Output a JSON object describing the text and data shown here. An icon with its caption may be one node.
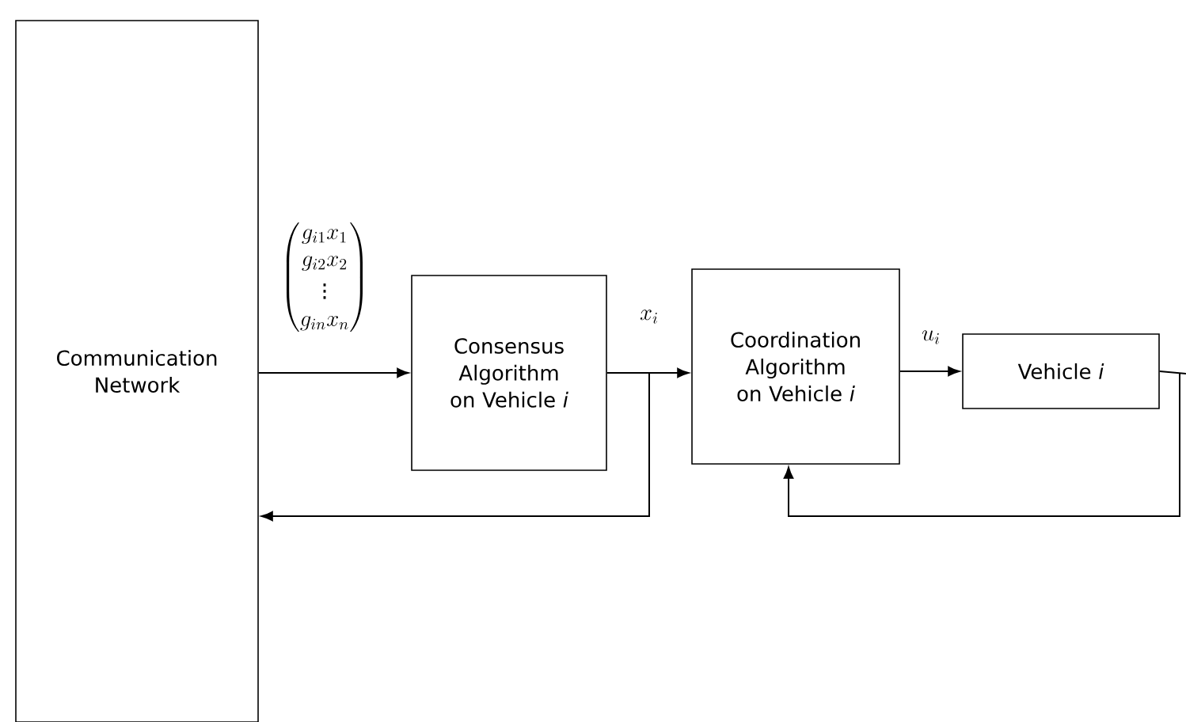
{
  "diagram": {
    "nodes": [
      {
        "text": [
          "Communication Network"
        ]
      },
      {
        "text": [
          "Consensus Algorithm on Vehicle *i*"
        ]
      },
      {
        "text": [
          "Coordination Algorithm on Vehicle *i*"
        ]
      },
      {
        "text": [
          "Vehicle *i*"
        ]
      }
    ],
    "edges": [
      {
        "from": 0,
        "to": 1,
        "arrow": "to",
        "label": "\\begin{pmatrix}g_{i1}x_1\\\\ g_{i2}x_2\\\\ \\vdots\\\\ g_{in}x_n\\end{pmatrix}"
      },
      {
        "from": 1,
        "to": 2,
        "arrow": "to",
        "label": "x_i"
      },
      {
        "from": 2,
        "to": 3,
        "arrow": "to",
        "label": "u_i"
      },
      {
        "from": 1,
        "to": 0,
        "arrow": "to"
      },
      {
        "from": 3,
        "to": 2,
        "arrow": "to"
      }
    ]
  }
}
